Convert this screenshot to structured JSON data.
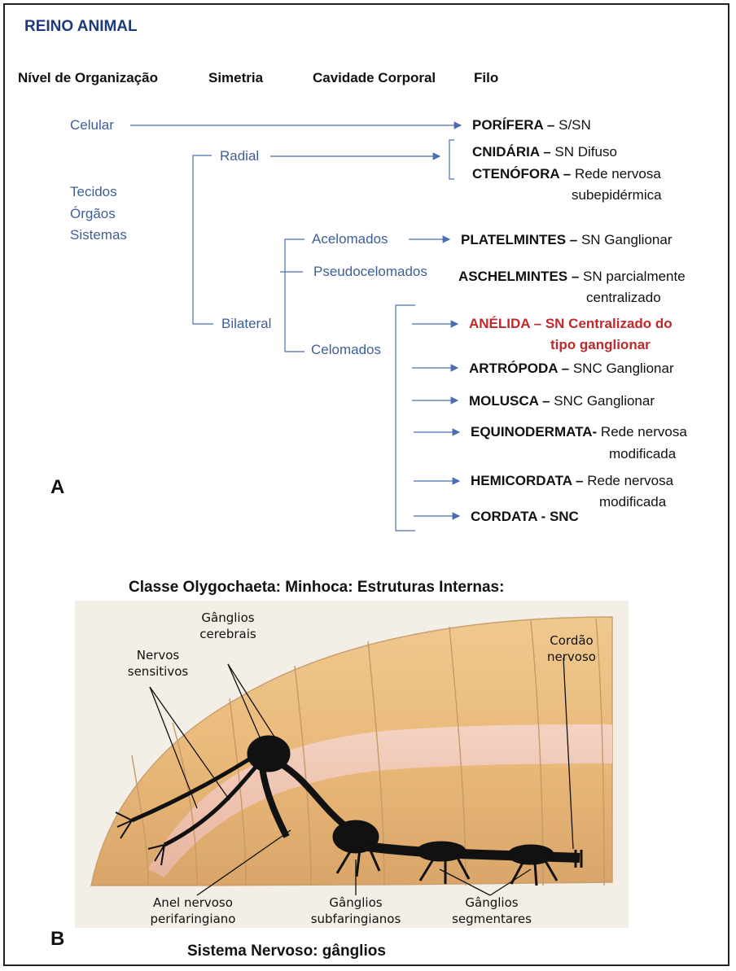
{
  "title": "REINO ANIMAL",
  "headers": {
    "nivel": "Nível de Organização",
    "simetria": "Simetria",
    "cavidade": "Cavidade Corporal",
    "filo": "Filo"
  },
  "levels": {
    "celular": "Celular",
    "tecidos": "Tecidos",
    "orgaos": "Órgãos",
    "sistemas": "Sistemas"
  },
  "symmetry": {
    "radial": "Radial",
    "bilateral": "Bilateral"
  },
  "cavity": {
    "acelomados": "Acelomados",
    "pseudocelomados": "Pseudocelomados",
    "celomados": "Celomados"
  },
  "phyla": {
    "porifera": {
      "name": "PORÍFERA –",
      "desc": " S/SN"
    },
    "cnidaria": {
      "name": "CNIDÁRIA –",
      "desc": " SN Difuso"
    },
    "ctenofora": {
      "name": "CTENÓFORA –",
      "desc": " Rede nervosa",
      "desc2": "subepidérmica"
    },
    "platelmintes": {
      "name": "PLATELMINTES –",
      "desc": " SN Ganglionar"
    },
    "aschelmintes": {
      "name": "ASCHELMINTES –",
      "desc": " SN parcialmente",
      "desc2": "centralizado"
    },
    "anelida": {
      "line1": "ANÉLIDA – SN Centralizado do",
      "line2": "tipo ganglionar"
    },
    "artropoda": {
      "name": "ARTRÓPODA –",
      "desc": " SNC Ganglionar"
    },
    "molusca": {
      "name": "MOLUSCA –",
      "desc": " SNC Ganglionar"
    },
    "equinodermata": {
      "name": "EQUINODERMATA-",
      "desc": " Rede nervosa",
      "desc2": "modificada"
    },
    "hemicordata": {
      "name": "HEMICORDATA –",
      "desc": " Rede nervosa",
      "desc2": "modificada"
    },
    "cordata": {
      "name": "CORDATA  - SNC"
    }
  },
  "panel_a": "A",
  "panel_b": "B",
  "figure_title": "Classe Olygochaeta:  Minhoca: Estruturas Internas:",
  "figure_caption": "Sistema Nervoso: gânglios",
  "worm_labels": {
    "ganglios_cerebrais_1": "Gânglios",
    "ganglios_cerebrais_2": "cerebrais",
    "nervos_sensitivos_1": "Nervos",
    "nervos_sensitivos_2": "sensitivos",
    "cordao_1": "Cordão",
    "cordao_2": "nervoso",
    "anel_1": "Anel nervoso",
    "anel_2": "perifaringiano",
    "subfaringianos_1": "Gânglios",
    "subfaringianos_2": "subfaringianos",
    "segmentares_1": "Gânglios",
    "segmentares_2": "segmentares"
  },
  "colors": {
    "title": "#1f3a7a",
    "level": "#3e5f96",
    "anelida": "#c0282a",
    "arrow": "#4a6fb0"
  }
}
